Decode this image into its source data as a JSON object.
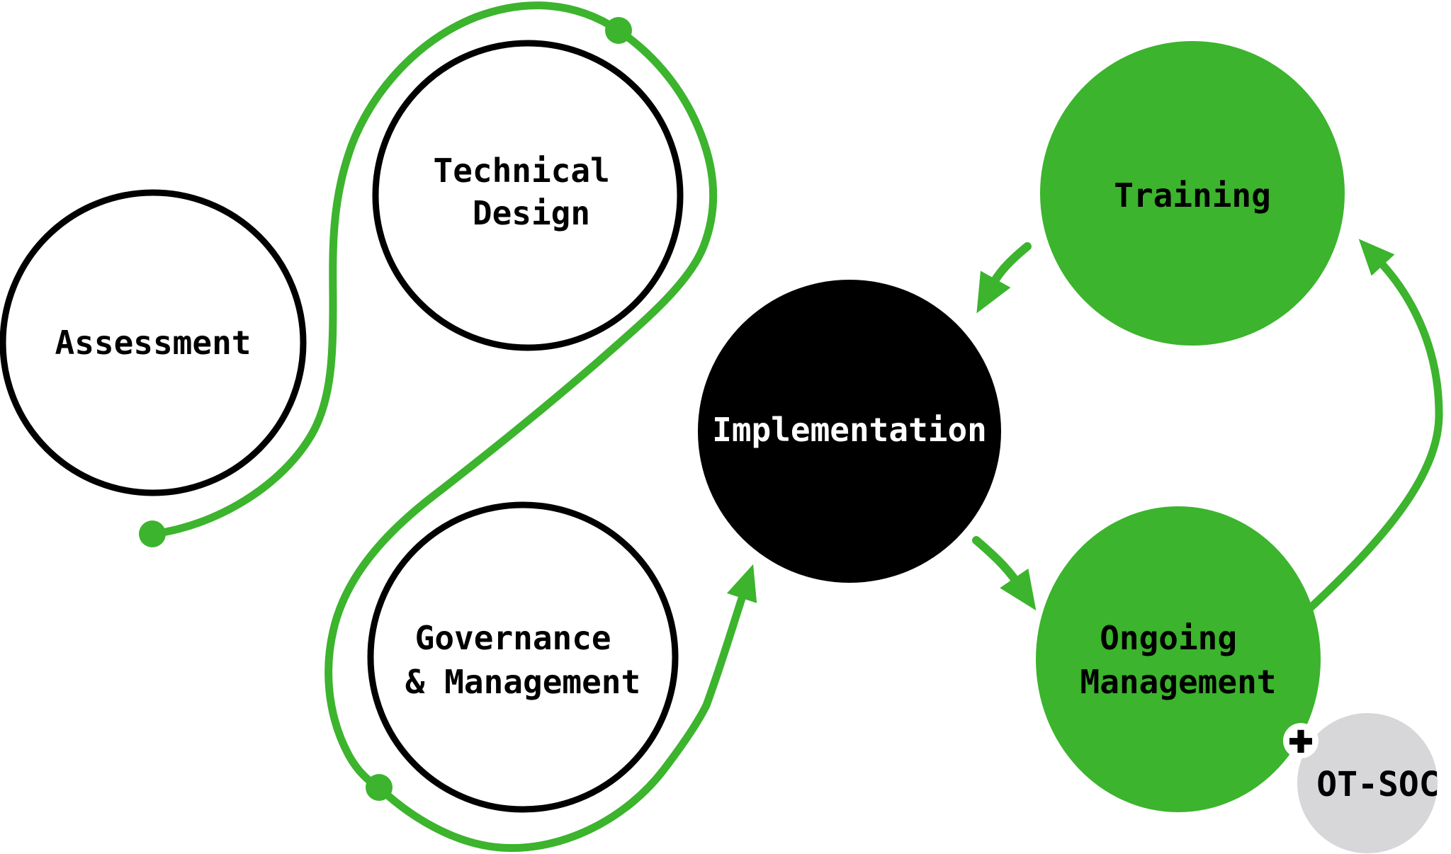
{
  "colors": {
    "green": "#3CB42D",
    "black": "#000000",
    "white": "#FFFFFF",
    "gray": "#D7D7D9",
    "background": "#FFFFFF"
  },
  "nodes": {
    "assessment": {
      "label_lines": [
        "Assessment"
      ]
    },
    "technical_design": {
      "label_lines": [
        "Technical",
        "Design"
      ]
    },
    "governance_management": {
      "label_lines": [
        "Governance",
        "& Management"
      ]
    },
    "implementation": {
      "label_lines": [
        "Implementation"
      ]
    },
    "training": {
      "label_lines": [
        "Training"
      ]
    },
    "ongoing_management": {
      "label_lines": [
        "Ongoing",
        "Management"
      ]
    },
    "ot_soc": {
      "label_lines": [
        "OT-SOC"
      ]
    },
    "plus_badge": {
      "label": "+"
    }
  },
  "flow": {
    "s_path_sequence": [
      "Assessment",
      "Technical Design",
      "Governance & Management",
      "Implementation"
    ],
    "arrows": [
      {
        "from": "Training",
        "to": "Implementation"
      },
      {
        "from": "Implementation",
        "to": "Ongoing Management"
      },
      {
        "from": "Ongoing Management",
        "to": "Training"
      }
    ]
  }
}
